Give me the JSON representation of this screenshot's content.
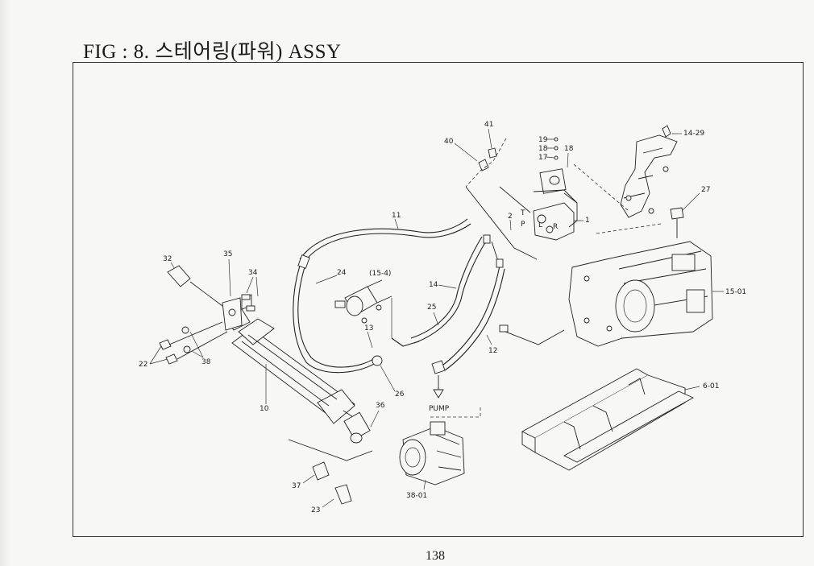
{
  "page": {
    "title": "FIG : 8. 스테어링(파워) ASSY",
    "page_number": "138"
  },
  "labels": {
    "l_40": "40",
    "l_41": "41",
    "l_19": "19",
    "l_18a": "18",
    "l_17": "17",
    "l_18b": "18",
    "l_14_29": "14-29",
    "l_27": "27",
    "l_11": "11",
    "l_2": "2",
    "l_T": "T",
    "l_P": "P",
    "l_L": "L",
    "l_R": "R",
    "l_1": "1",
    "l_32": "32",
    "l_35": "35",
    "l_34": "34",
    "l_24": "24",
    "l_15_4": "(15-4)",
    "l_14": "14",
    "l_15_01": "15-01",
    "l_25": "25",
    "l_13": "13",
    "l_12": "12",
    "l_22": "22",
    "l_38": "38",
    "l_26": "26",
    "l_10": "10",
    "l_36": "36",
    "l_pump": "PUMP",
    "l_6_01": "6-01",
    "l_37": "37",
    "l_38_01": "38-01",
    "l_23": "23"
  }
}
